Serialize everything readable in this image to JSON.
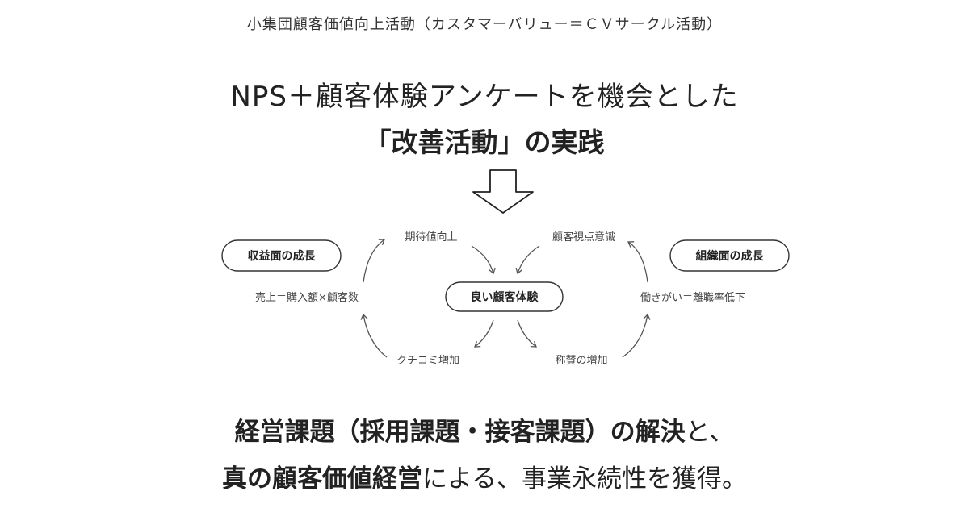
{
  "header": "小集団顧客価値向上活動（カスタマーバリュー＝ＣＶサークル活動）",
  "headline": {
    "line1": "NPS＋顧客体験アンケートを機会とした",
    "line2": "「改善活動」の実践"
  },
  "diagram": {
    "left_pill": "収益面の成長",
    "center_pill": "良い顧客体験",
    "right_pill": "組織面の成長",
    "top_left_label": "期待値向上",
    "top_right_label": "顧客視点意識",
    "left_label": "売上＝購入額×顧客数",
    "right_label": "働きがい＝離職率低下",
    "bottom_left_label": "クチコミ増加",
    "bottom_right_label": "称賛の増加",
    "colors": {
      "line": "#555555",
      "pill_border": "#333333",
      "arrow": "#222222"
    }
  },
  "footer": {
    "line1_bold": "経営課題（採用課題・接客課題）の解決",
    "line1_rest": "と、",
    "line2_bold": "真の顧客価値経営",
    "line2_rest": "による、事業永続性を獲得。"
  }
}
